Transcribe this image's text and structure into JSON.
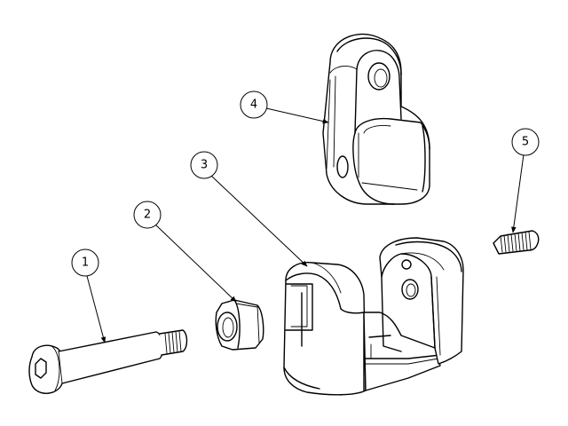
{
  "balloons": [
    {
      "id": "1",
      "label": "1"
    },
    {
      "id": "2",
      "label": "2"
    },
    {
      "id": "3",
      "label": "3"
    },
    {
      "id": "4",
      "label": "4"
    },
    {
      "id": "5",
      "label": "5"
    }
  ]
}
